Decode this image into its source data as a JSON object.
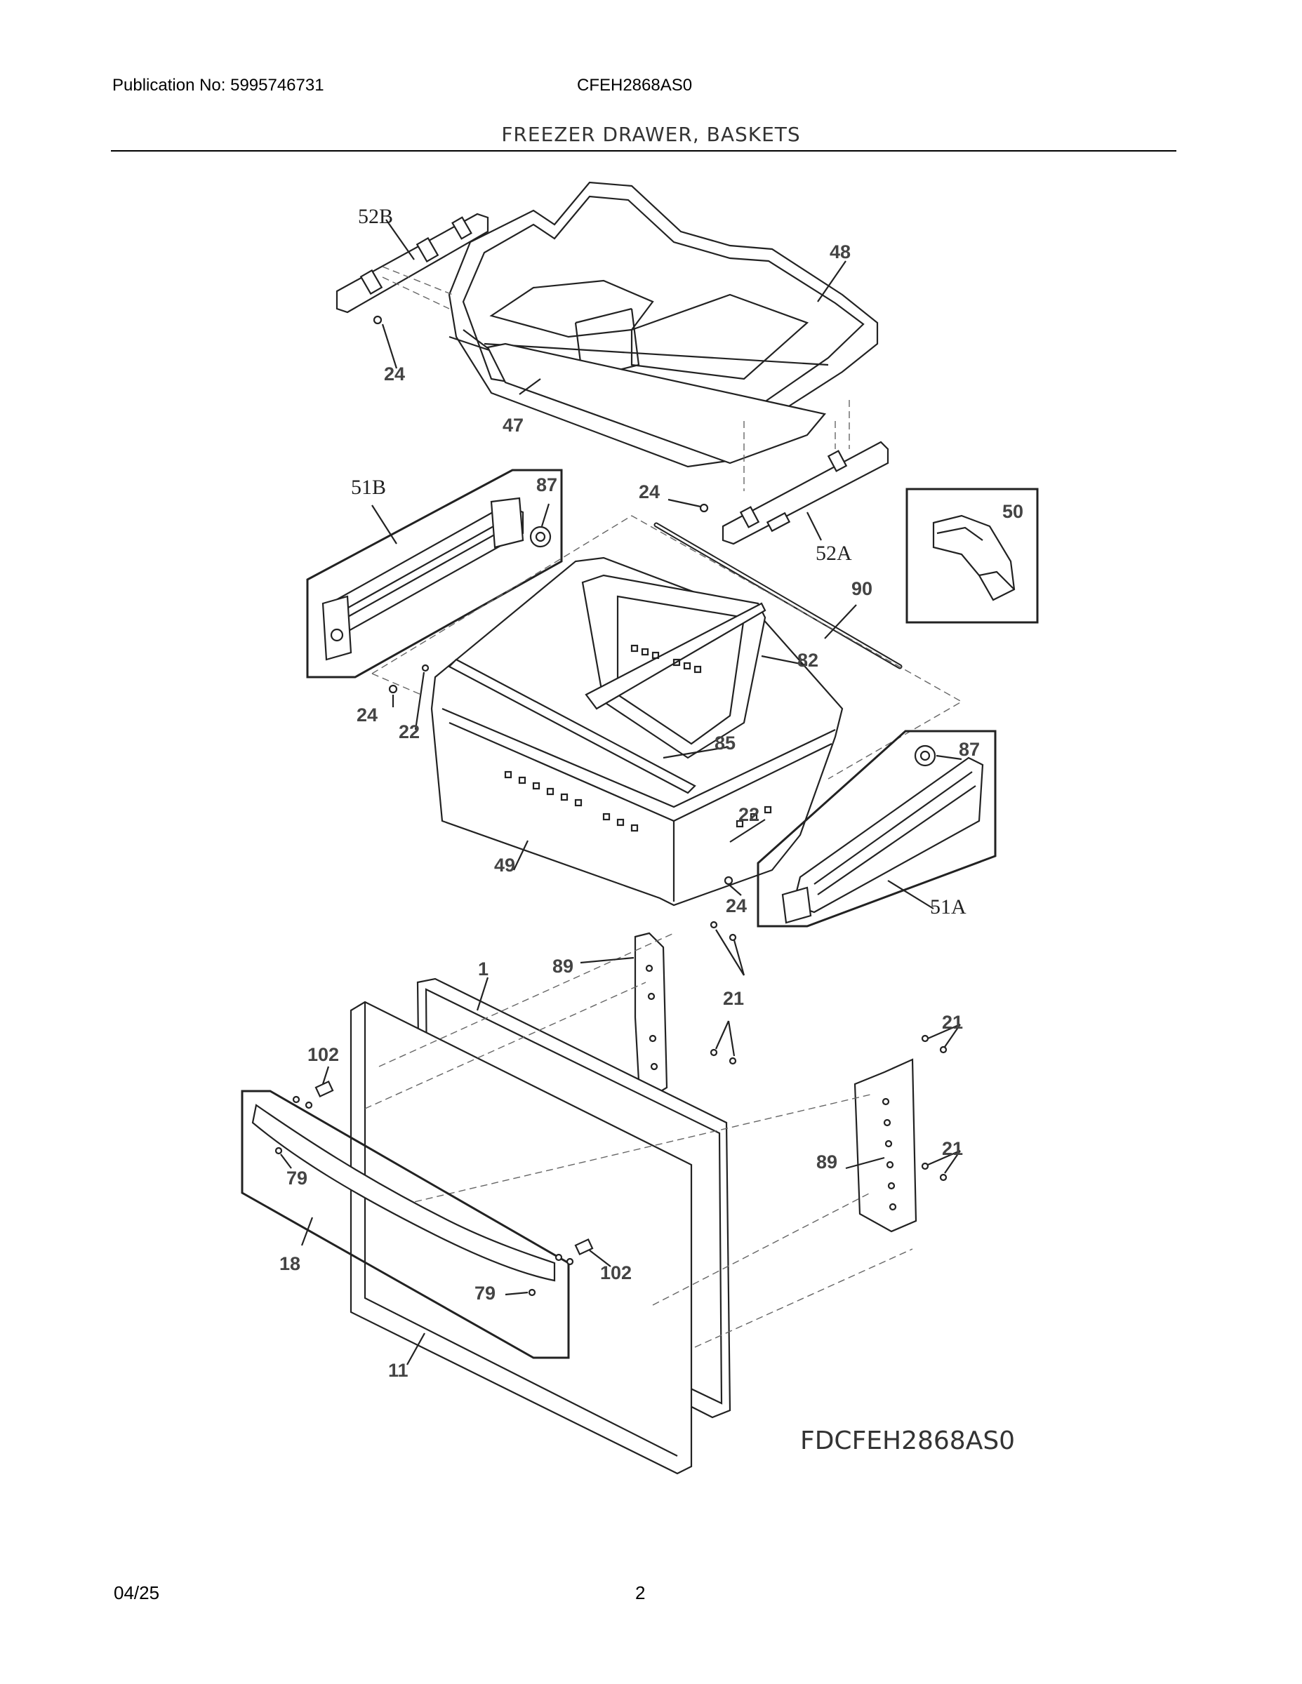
{
  "header": {
    "publication": "Publication No: 5995746731",
    "model": "CFEH2868AS0",
    "title": "FREEZER DRAWER, BASKETS"
  },
  "footer": {
    "date": "04/25",
    "page": "2"
  },
  "diagram": {
    "code": "FDCFEH2868AS0",
    "part_labels": [
      "52B",
      "48",
      "24",
      "47",
      "51B",
      "87",
      "24",
      "52A",
      "50",
      "90",
      "82",
      "24",
      "22",
      "85",
      "87",
      "22",
      "49",
      "24",
      "51A",
      "89",
      "1",
      "21",
      "102",
      "21",
      "79",
      "89",
      "21",
      "18",
      "102",
      "79",
      "11"
    ]
  }
}
